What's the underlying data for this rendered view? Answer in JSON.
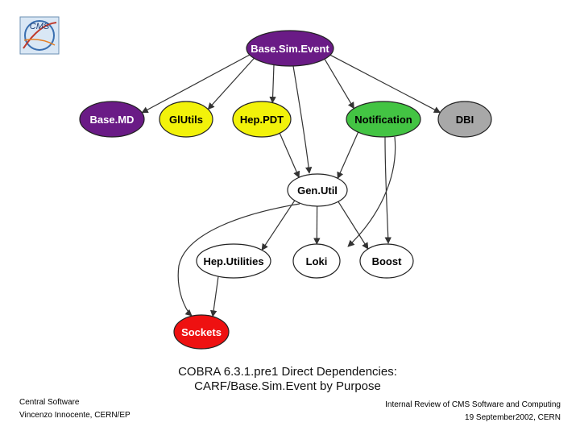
{
  "logo": {
    "text": "CMS"
  },
  "diagram": {
    "nodes": [
      {
        "id": "basesimevent",
        "label": "Base.Sim.Event",
        "fill": "#6a1b86",
        "text": "#ffffff"
      },
      {
        "id": "basemd",
        "label": "Base.MD",
        "fill": "#6a1b86",
        "text": "#ffffff"
      },
      {
        "id": "glutils",
        "label": "GlUtils",
        "fill": "#f2f20a",
        "text": "#000000"
      },
      {
        "id": "heppdt",
        "label": "Hep.PDT",
        "fill": "#f2f20a",
        "text": "#000000"
      },
      {
        "id": "notification",
        "label": "Notification",
        "fill": "#43c443",
        "text": "#000000"
      },
      {
        "id": "dbi",
        "label": "DBI",
        "fill": "#a8a8a8",
        "text": "#000000"
      },
      {
        "id": "genutil",
        "label": "Gen.Util",
        "fill": "#ffffff",
        "text": "#000000"
      },
      {
        "id": "heputilities",
        "label": "Hep.Utilities",
        "fill": "#ffffff",
        "text": "#000000"
      },
      {
        "id": "loki",
        "label": "Loki",
        "fill": "#ffffff",
        "text": "#000000"
      },
      {
        "id": "boost",
        "label": "Boost",
        "fill": "#ffffff",
        "text": "#000000"
      },
      {
        "id": "sockets",
        "label": "Sockets",
        "fill": "#ee1111",
        "text": "#ffffff"
      }
    ],
    "edges": [
      [
        "basesimevent",
        "basemd"
      ],
      [
        "basesimevent",
        "glutils"
      ],
      [
        "basesimevent",
        "heppdt"
      ],
      [
        "basesimevent",
        "notification"
      ],
      [
        "basesimevent",
        "dbi"
      ],
      [
        "basesimevent",
        "genutil"
      ],
      [
        "heppdt",
        "genutil"
      ],
      [
        "notification",
        "genutil"
      ],
      [
        "notification",
        "loki"
      ],
      [
        "notification",
        "boost"
      ],
      [
        "genutil",
        "heputilities"
      ],
      [
        "genutil",
        "loki"
      ],
      [
        "genutil",
        "boost"
      ],
      [
        "genutil",
        "sockets"
      ],
      [
        "heputilities",
        "sockets"
      ]
    ],
    "caption_line1": "COBRA 6.3.1.pre1 Direct Dependencies:",
    "caption_line2": "CARF/Base.Sim.Event by Purpose"
  },
  "footer": {
    "left_line1": "Central Software",
    "left_line2": "Vincenzo Innocente, CERN/EP",
    "right_line1": "Internal Review of CMS Software and Computing",
    "right_line2": "19 September2002, CERN"
  }
}
